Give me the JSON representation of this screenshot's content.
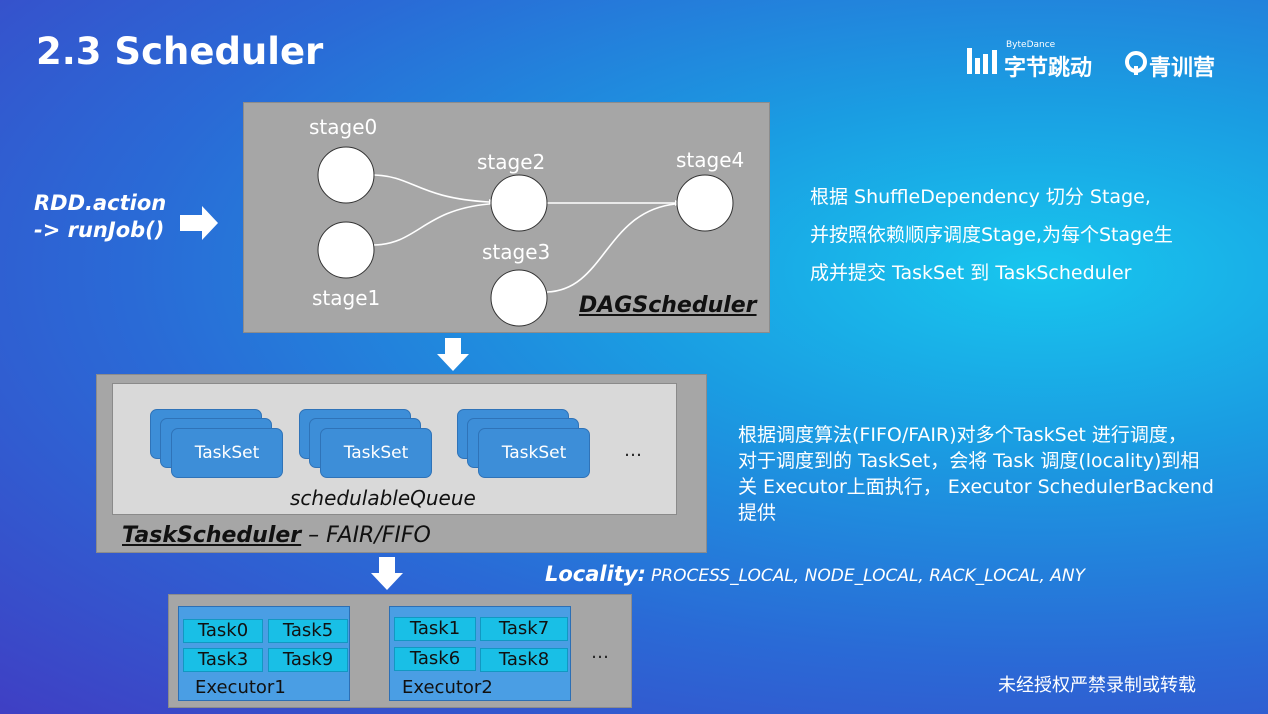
{
  "header": {
    "title": "2.3 Scheduler",
    "brand_small": "ByteDance",
    "brand_name": "字节跳动",
    "brand_camp": "青训营"
  },
  "action": {
    "line1": "RDD.action",
    "line2": "-> runJob()"
  },
  "dag": {
    "stages": [
      "stage0",
      "stage1",
      "stage2",
      "stage3",
      "stage4"
    ],
    "scheduler_name": "DAGScheduler",
    "description": [
      "根据 ShuffleDependency 切分 Stage,",
      "并按照依赖顺序调度Stage,为每个Stage生",
      "成并提交 TaskSet 到 TaskScheduler"
    ]
  },
  "task_scheduler": {
    "taskset_label": "TaskSet",
    "ellipsis": "…",
    "queue_label": "schedulableQueue",
    "scheduler_name": "TaskScheduler",
    "mode_suffix": " – FAIR/FIFO",
    "description": [
      "根据调度算法(FIFO/FAIR)对多个TaskSet 进行调度，",
      "对于调度到的 TaskSet，会将 Task 调度(locality)到相",
      "关 Executor上面执行， Executor SchedulerBackend",
      "提供"
    ]
  },
  "locality": {
    "label": "Locality:",
    "levels": "PROCESS_LOCAL, NODE_LOCAL, RACK_LOCAL, ANY"
  },
  "executors": [
    {
      "name": "Executor1",
      "tasks": [
        "Task0",
        "Task5",
        "Task3",
        "Task9"
      ]
    },
    {
      "name": "Executor2",
      "tasks": [
        "Task1",
        "Task7",
        "Task6",
        "Task8"
      ]
    }
  ],
  "executor_ellipsis": "…",
  "footer": {
    "notice": "未经授权严禁录制或转载"
  },
  "colors": {
    "panel": "#a6a6a6",
    "taskset": "#3d8ed8",
    "executor": "#4a9ee4",
    "task": "#19bfe6"
  }
}
